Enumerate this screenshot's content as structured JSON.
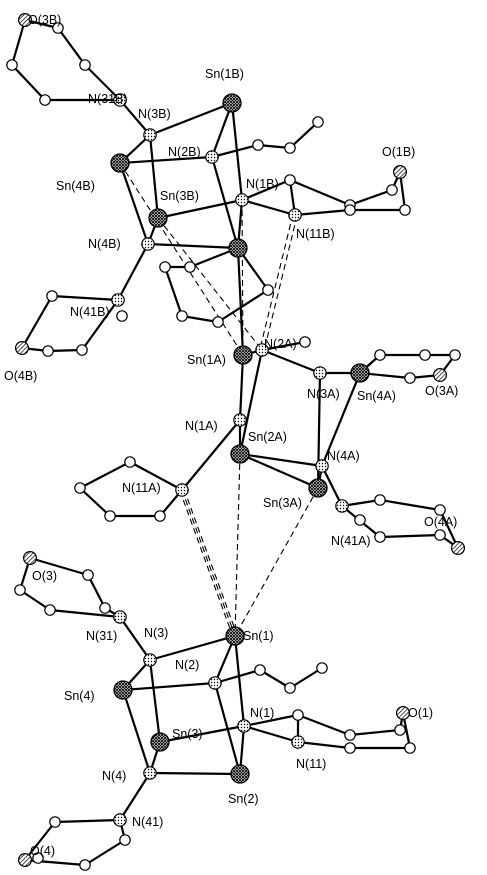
{
  "figure": {
    "labels": {
      "O3B": "O(3B)",
      "N31B": "N(31B)",
      "Sn1B": "Sn(1B)",
      "N3B": "N(3B)",
      "N2B": "N(2B)",
      "O1B": "O(1B)",
      "Sn4B": "Sn(4B)",
      "Sn3B": "Sn(3B)",
      "N1B": "N(1B)",
      "N11B": "N(11B)",
      "N4B": "N(4B)",
      "N41B": "N(41B)",
      "O4B": "O(4B)",
      "Sn1A": "Sn(1A)",
      "N2A": "N(2A)",
      "N3A": "N(3A)",
      "Sn4A": "Sn(4A)",
      "O3A": "O(3A)",
      "N1A": "N(1A)",
      "Sn2A": "Sn(2A)",
      "N4A": "N(4A)",
      "N11A": "N(11A)",
      "Sn3A": "Sn(3A)",
      "O4A": "O(4A)",
      "N41A": "N(41A)",
      "O3": "O(3)",
      "N31": "N(31)",
      "N3": "N(3)",
      "Sn1": "Sn(1)",
      "N2": "N(2)",
      "Sn4": "Sn(4)",
      "N1": "N(1)",
      "O1": "O(1)",
      "N4": "N(4)",
      "Sn3": "Sn(3)",
      "N11": "N(11)",
      "Sn2": "Sn(2)",
      "N41": "N(41)",
      "O4": "O(4)"
    }
  }
}
